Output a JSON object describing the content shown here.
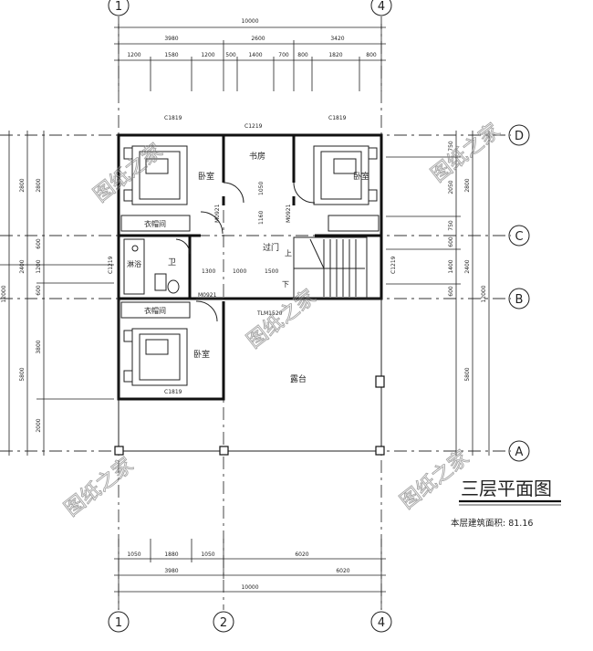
{
  "title": "三层平面图",
  "area_label": "本层建筑面积: 81.16",
  "watermark": "图纸之家",
  "axes": {
    "a1": "1",
    "a2": "2",
    "a4": "4",
    "aA": "A",
    "aB": "B",
    "aC": "C",
    "aD": "D"
  },
  "rooms": {
    "bedroom_tl": "卧室",
    "bedroom_tr": "卧室",
    "bedroom_bl": "卧室",
    "study": "书房",
    "wardrobe_top": "衣帽间",
    "wardrobe_bottom": "衣帽间",
    "bath": "卫",
    "shower": "淋浴",
    "corridor": "过门",
    "terrace": "露台",
    "up_mark": "上",
    "down_mark": "下"
  },
  "openings": {
    "c1819_l": "C1819",
    "c1219_top": "C1219",
    "c1819_r": "C1819",
    "m0921_l": "M0921",
    "m0921_r": "M0921",
    "m0921_b": "M0921",
    "tlm": "TLM1520",
    "c1219_left": "C1219",
    "c1219_right": "C1219",
    "c1819_b": "C1819"
  },
  "dims_top": {
    "total": "10000",
    "seg1": "3980",
    "seg2": "2600",
    "seg3": "3420",
    "s1": "1200",
    "s2": "1580",
    "s3": "1200",
    "s4": "500",
    "s5": "1400",
    "s6": "700",
    "s7": "800",
    "s8": "1820",
    "s9": "800"
  },
  "dims_bottom": {
    "b1": "1050",
    "b2": "1880",
    "b3": "1050",
    "b4": "6020",
    "c1": "3980",
    "c2": "6020",
    "total": "10000"
  },
  "dims_inner": {
    "i1": "1300",
    "i2": "1000",
    "i3": "1500",
    "i4": "1160",
    "i5": "1050"
  },
  "dims_left": {
    "outer": "12000",
    "l1": "2800",
    "l2": "2400",
    "l3": "5800",
    "m1": "2800",
    "m2": "600",
    "m3": "1200",
    "m4": "600",
    "m5": "3800",
    "m6": "2000"
  },
  "dims_right": {
    "r1": "750",
    "r2": "2050",
    "r3": "750",
    "r4": "600",
    "r5": "1400",
    "r6": "600",
    "q1": "2800",
    "q2": "2400",
    "q3": "5800",
    "outer": "12000"
  }
}
